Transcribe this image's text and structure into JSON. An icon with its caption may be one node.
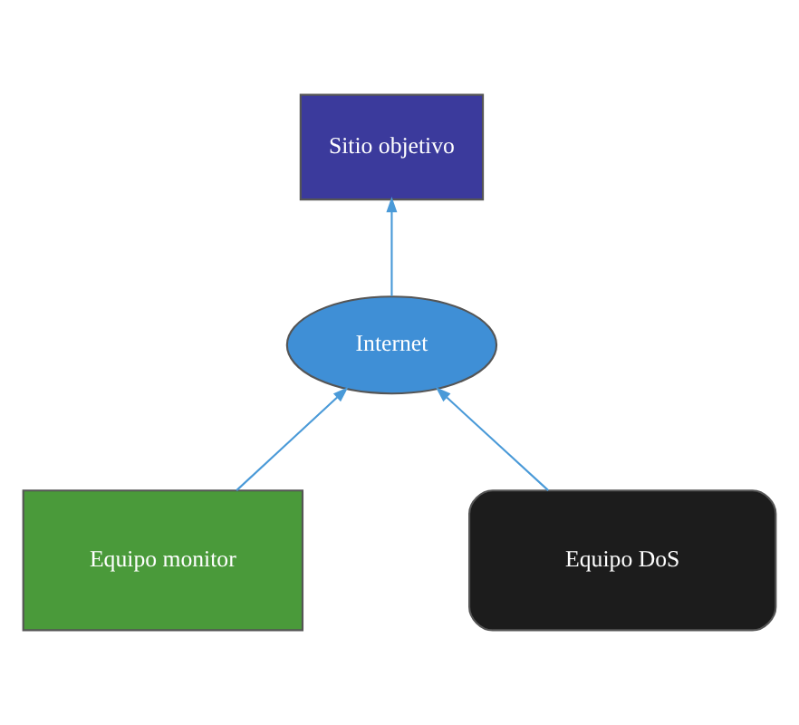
{
  "diagram": {
    "nodes": [
      {
        "text": [
          "Sitio objetivo"
        ]
      },
      {
        "text": [
          "Internet"
        ]
      },
      {
        "text": [
          "Equipo monitor"
        ]
      },
      {
        "text": [
          "Equipo DoS"
        ]
      }
    ],
    "edges": [
      {
        "from": 1,
        "to": 0,
        "arrow": "to"
      },
      {
        "from": 2,
        "to": 1,
        "arrow": "to"
      },
      {
        "from": 3,
        "to": 1,
        "arrow": "to"
      }
    ]
  }
}
